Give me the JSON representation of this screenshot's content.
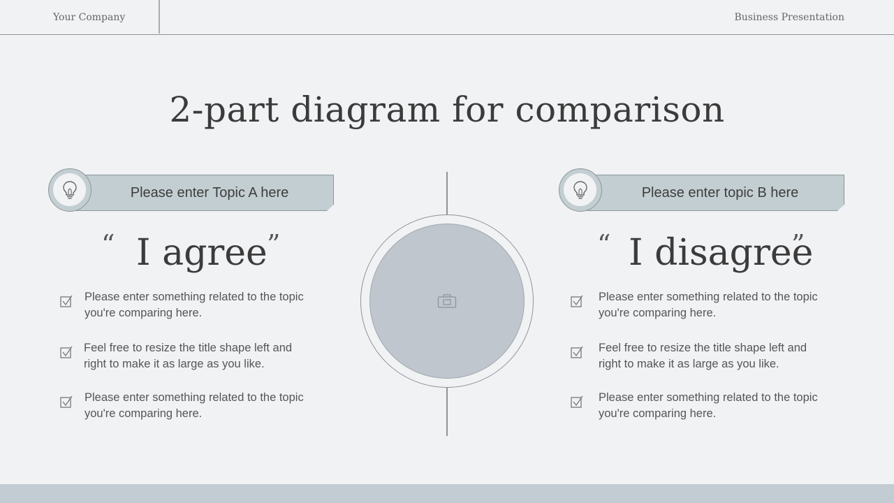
{
  "header": {
    "company": "Your Company",
    "deck_label": "Business Presentation"
  },
  "title": "2-part diagram for comparison",
  "left": {
    "topic": "Please enter Topic A here",
    "topic_icon": "lightbulb-icon",
    "quote_open": "“",
    "quote": "I agree",
    "quote_close": "”",
    "items": [
      "Please enter something related to the topic you're comparing here.",
      "Feel free to resize the title shape left and right to make it as large as you like.",
      "Please enter something related to the topic you're comparing here."
    ]
  },
  "right": {
    "topic": "Please enter topic B here",
    "topic_icon": "lightbulb-icon",
    "quote_open": "“",
    "quote": "I disagree",
    "quote_close": "”",
    "items": [
      "Please enter something related to the topic you're comparing here.",
      "Feel free to resize the title shape left and right to make it as large as you like.",
      "Please enter something related to the topic you're comparing here."
    ]
  },
  "center": {
    "image_icon": "camera-icon"
  },
  "colors": {
    "background": "#f1f2f4",
    "accent": "#c3ced2",
    "placeholder": "#bfc6ce",
    "text": "#3b3b3b"
  }
}
